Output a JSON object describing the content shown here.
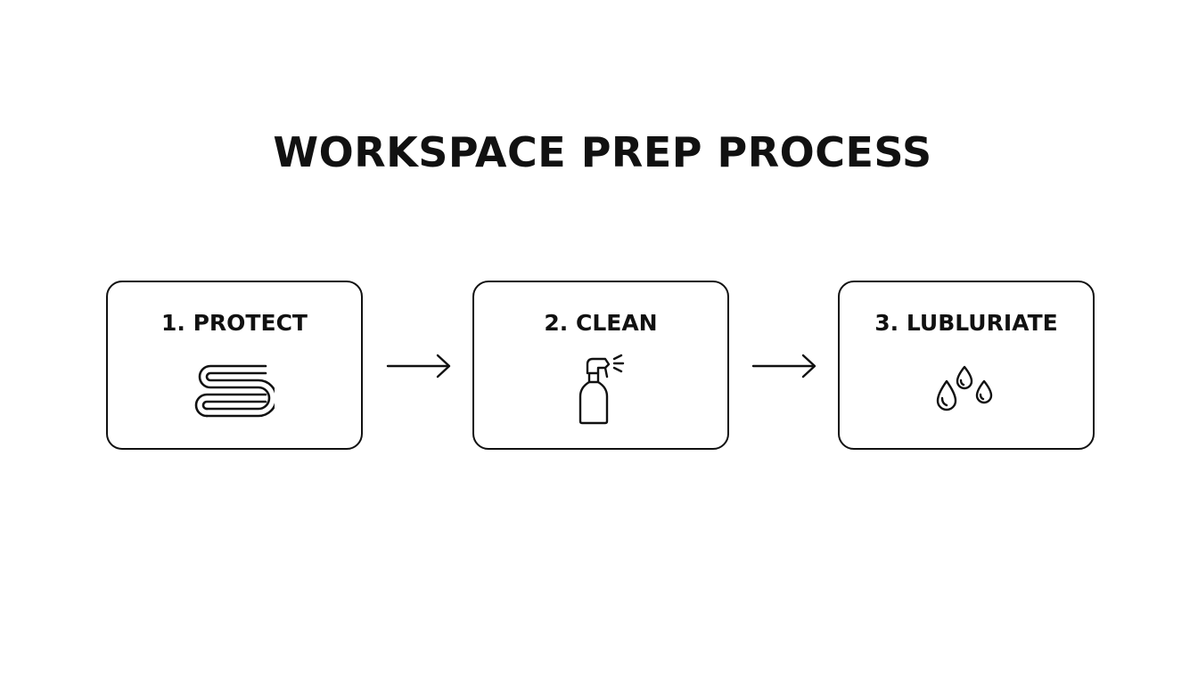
{
  "title": "WORKSPACE PREP PROCESS",
  "steps": [
    {
      "label": "1. PROTECT",
      "icon": "folded-cloth-icon"
    },
    {
      "label": "2. CLEAN",
      "icon": "spray-bottle-icon"
    },
    {
      "label": "3. LUBLURIATE",
      "icon": "oil-drops-icon"
    }
  ],
  "connectors": [
    {
      "from": "1. PROTECT",
      "to": "2. CLEAN",
      "icon": "arrow-right-icon"
    },
    {
      "from": "2. CLEAN",
      "to": "3. LUBLURIATE",
      "icon": "arrow-right-icon"
    }
  ],
  "colors": {
    "stroke": "#111111",
    "background": "#ffffff"
  }
}
